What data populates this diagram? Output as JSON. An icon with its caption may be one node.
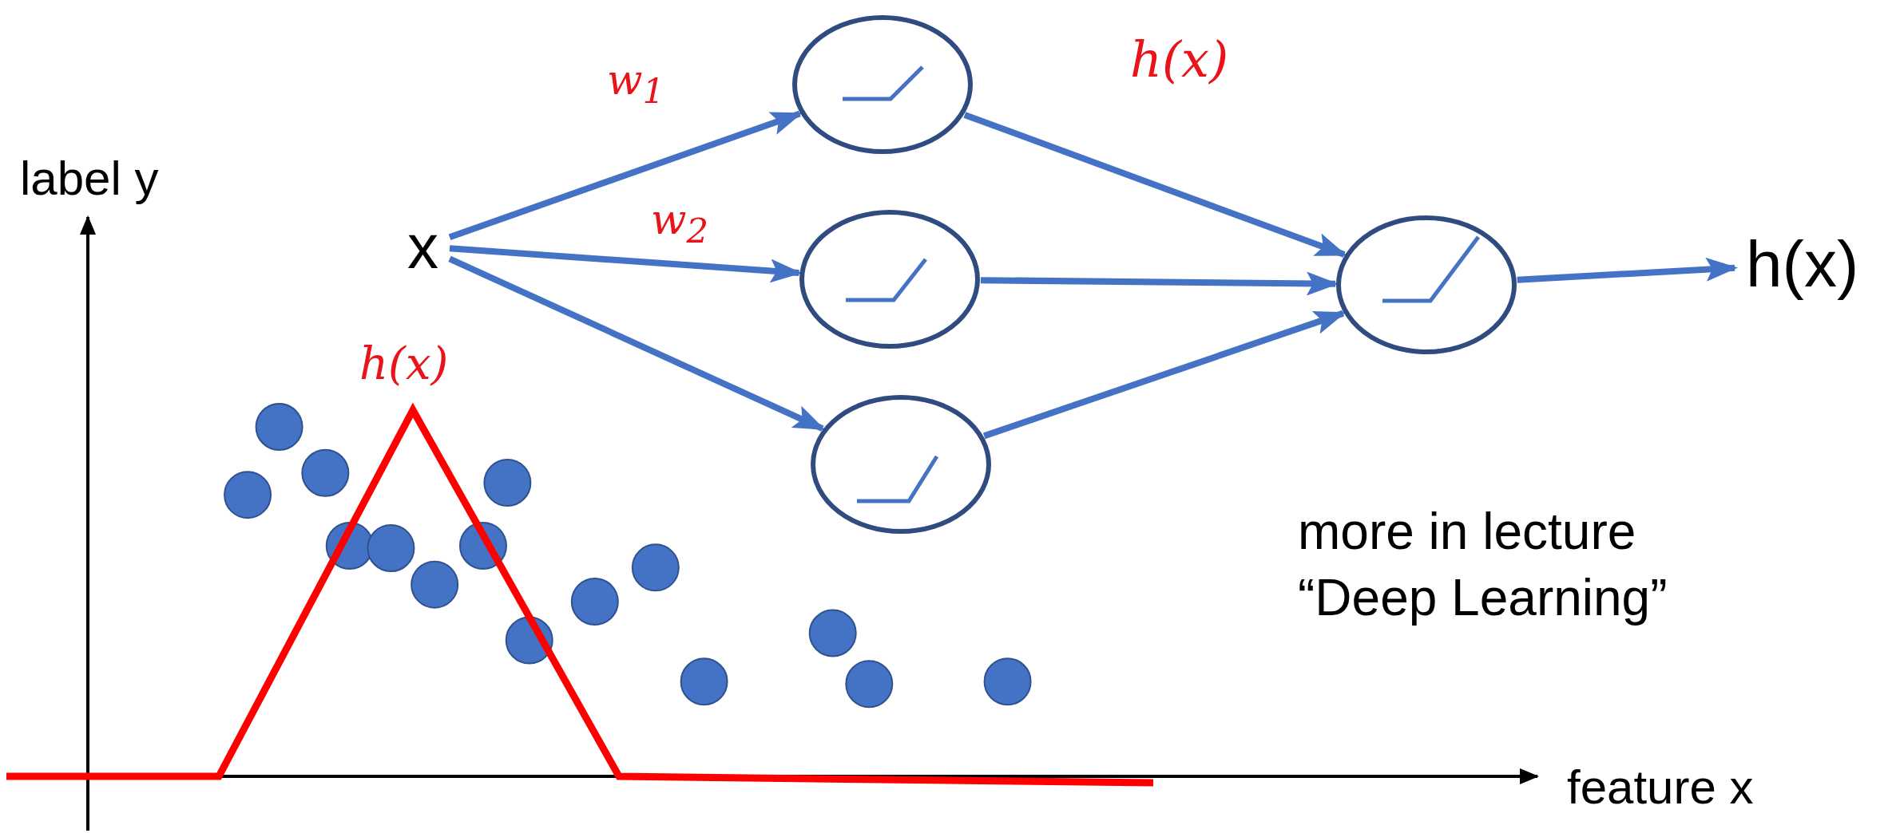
{
  "diagram": {
    "nodes": [
      {
        "text": [
          "x"
        ]
      },
      {
        "text": [],
        "shape": "circle"
      },
      {
        "text": [],
        "shape": "circle"
      },
      {
        "text": [],
        "shape": "circle"
      },
      {
        "text": [],
        "shape": "circle"
      },
      {
        "text": [
          "h(x)"
        ]
      }
    ],
    "edges": [
      {
        "from": 0,
        "to": 1,
        "arrow": "to",
        "label": "w$_{1}$"
      },
      {
        "from": 0,
        "to": 2,
        "arrow": "to",
        "label": "w$_{2}$"
      },
      {
        "from": 0,
        "to": 3,
        "arrow": "to"
      },
      {
        "from": 1,
        "to": 4,
        "arrow": "to",
        "label": "h(x)"
      },
      {
        "from": 2,
        "to": 4,
        "arrow": "to"
      },
      {
        "from": 3,
        "to": 4,
        "arrow": "to"
      },
      {
        "from": 4,
        "to": 5,
        "arrow": "to"
      }
    ],
    "labels": [
      "label y",
      "h(x)",
      "more in lecture “Deep Learning”",
      "feature x"
    ]
  }
}
